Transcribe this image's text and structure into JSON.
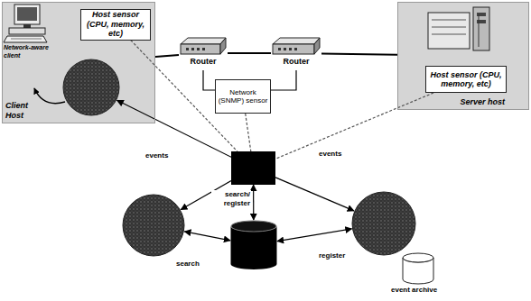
{
  "diagram": {
    "nodes": [
      {
        "text": [
          "Client Host"
        ]
      },
      {
        "text": [
          "Host sensor (CPU, memory, etc)"
        ],
        "in": 0
      },
      {
        "text": [],
        "in": 0
      },
      {
        "text": [
          "Router"
        ]
      },
      {
        "text": [
          "Router"
        ]
      },
      {
        "text": [
          "Server host"
        ]
      },
      {
        "text": [
          "Host sensor (CPU, memory, etc)"
        ],
        "in": 5
      },
      {
        "text": [
          "Network (SNMP) sensor"
        ]
      },
      {
        "text": []
      },
      {
        "text": []
      },
      {
        "text": []
      },
      {
        "text": []
      }
    ],
    "edges": [
      {
        "from": 8,
        "to": 2,
        "label": "events",
        "arrow": "to"
      },
      {
        "from": 8,
        "to": 9,
        "arrow": "to"
      },
      {
        "from": 8,
        "to": 11,
        "label": "events",
        "arrow": "to"
      },
      {
        "from": 8,
        "to": 10,
        "label": "search/ register",
        "arrow": "both"
      },
      {
        "from": 9,
        "to": 10,
        "label": "search",
        "arrow": "both"
      },
      {
        "from": 10,
        "to": 11,
        "label": "register",
        "arrow": "both"
      },
      {
        "from": 0,
        "to": 3,
        "arrow": "none"
      },
      {
        "from": 3,
        "to": 4,
        "arrow": "none"
      },
      {
        "from": 4,
        "to": 5,
        "arrow": "none"
      },
      {
        "from": 3,
        "to": 7,
        "arrow": "none"
      },
      {
        "from": 4,
        "to": 7,
        "arrow": "none"
      },
      {
        "from": 1,
        "to": 8,
        "arrow": "none"
      },
      {
        "from": 7,
        "to": 8,
        "arrow": "none"
      },
      {
        "from": 6,
        "to": 8,
        "arrow": "none"
      }
    ],
    "labels": [
      "Network-aware client",
      "event archive"
    ]
  }
}
